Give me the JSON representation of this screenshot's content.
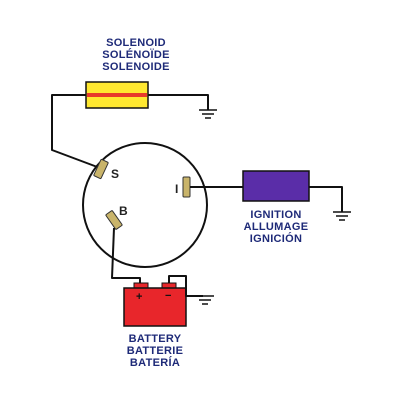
{
  "colors": {
    "solenoid_fill": "#ffe830",
    "solenoid_stripe": "#e83a2a",
    "ignition_fill": "#5a2da8",
    "battery_fill": "#e8262b",
    "terminal_fill": "#c9b46a",
    "label_text": "#1e2a78",
    "wire": "#111111"
  },
  "solenoid": {
    "label_en": "SOLENOID",
    "label_fr": "SOLÉNOÏDE",
    "label_es": "SOLENOIDE"
  },
  "switch": {
    "terminal_s": "S",
    "terminal_i": "I",
    "terminal_b": "B"
  },
  "ignition": {
    "label_en": "IGNITION",
    "label_fr": "ALLUMAGE",
    "label_es": "IGNICIÓN"
  },
  "battery": {
    "positive": "+",
    "negative": "−",
    "label_en": "BATTERY",
    "label_fr": "BATTERIE",
    "label_es": "BATERÍA"
  },
  "icons": [
    "ground-symbol-icon",
    "ground-symbol-icon",
    "ground-symbol-icon"
  ]
}
